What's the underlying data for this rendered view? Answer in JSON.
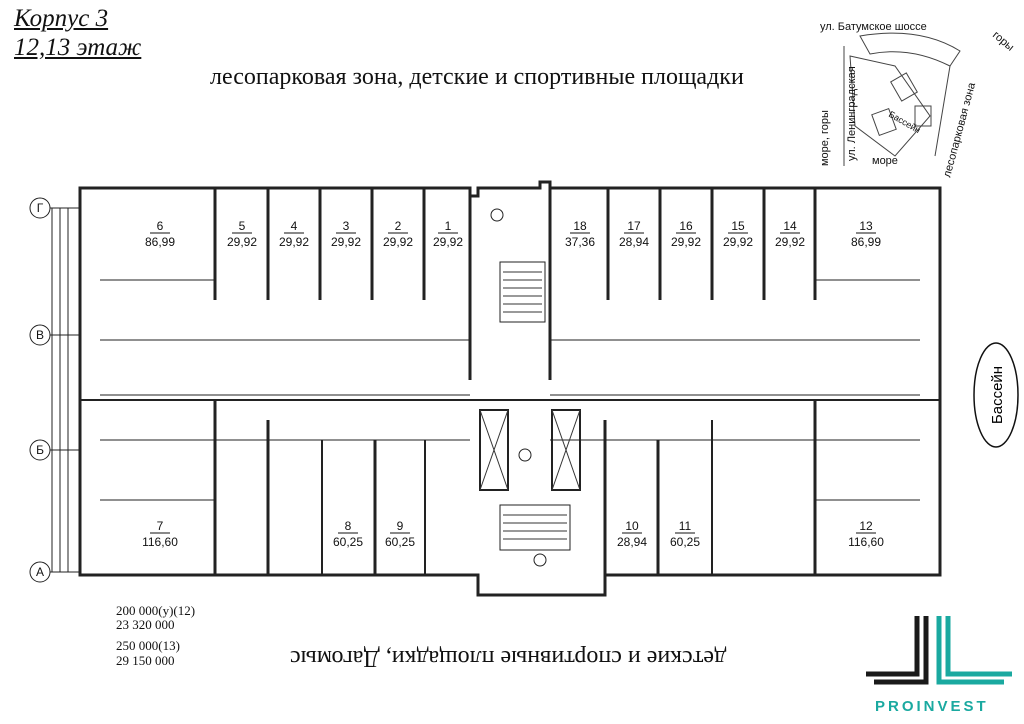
{
  "header": {
    "building": "Корпус 3",
    "floors": "12,13 этаж"
  },
  "captions": {
    "top": "лесопарковая зона, детские и спортивные площадки",
    "bottom": "детские и спортивные площадки, Дагомыс"
  },
  "pool_label": "Бассейн",
  "axes": [
    "Г",
    "В",
    "Б",
    "А"
  ],
  "pricing": {
    "p12_label": "200 000(у)(12)",
    "p12_total": "23 320 000",
    "p13_label": "250 000(13)",
    "p13_total": "29 150 000"
  },
  "site_plan": {
    "road_top": "ул. Батумское шоссе",
    "mountains": "горы",
    "road_left": "ул. Ленинградская",
    "sea_mountains": "море, горы",
    "sea": "море",
    "forest": "лесопарковая зона",
    "pool": "Бассейн"
  },
  "apartments": [
    {
      "num": "6",
      "area": "86,99"
    },
    {
      "num": "5",
      "area": "29,92"
    },
    {
      "num": "4",
      "area": "29,92"
    },
    {
      "num": "3",
      "area": "29,92"
    },
    {
      "num": "2",
      "area": "29,92"
    },
    {
      "num": "1",
      "area": "29,92"
    },
    {
      "num": "18",
      "area": "37,36"
    },
    {
      "num": "17",
      "area": "28,94"
    },
    {
      "num": "16",
      "area": "29,92"
    },
    {
      "num": "15",
      "area": "29,92"
    },
    {
      "num": "14",
      "area": "29,92"
    },
    {
      "num": "13",
      "area": "86,99"
    },
    {
      "num": "7",
      "area": "116,60"
    },
    {
      "num": "8",
      "area": "60,25"
    },
    {
      "num": "9",
      "area": "60,25"
    },
    {
      "num": "10",
      "area": "28,94"
    },
    {
      "num": "11",
      "area": "60,25"
    },
    {
      "num": "12",
      "area": "116,60"
    }
  ],
  "logo": {
    "text": "PROINVEST",
    "color": "#1aa9a0"
  }
}
